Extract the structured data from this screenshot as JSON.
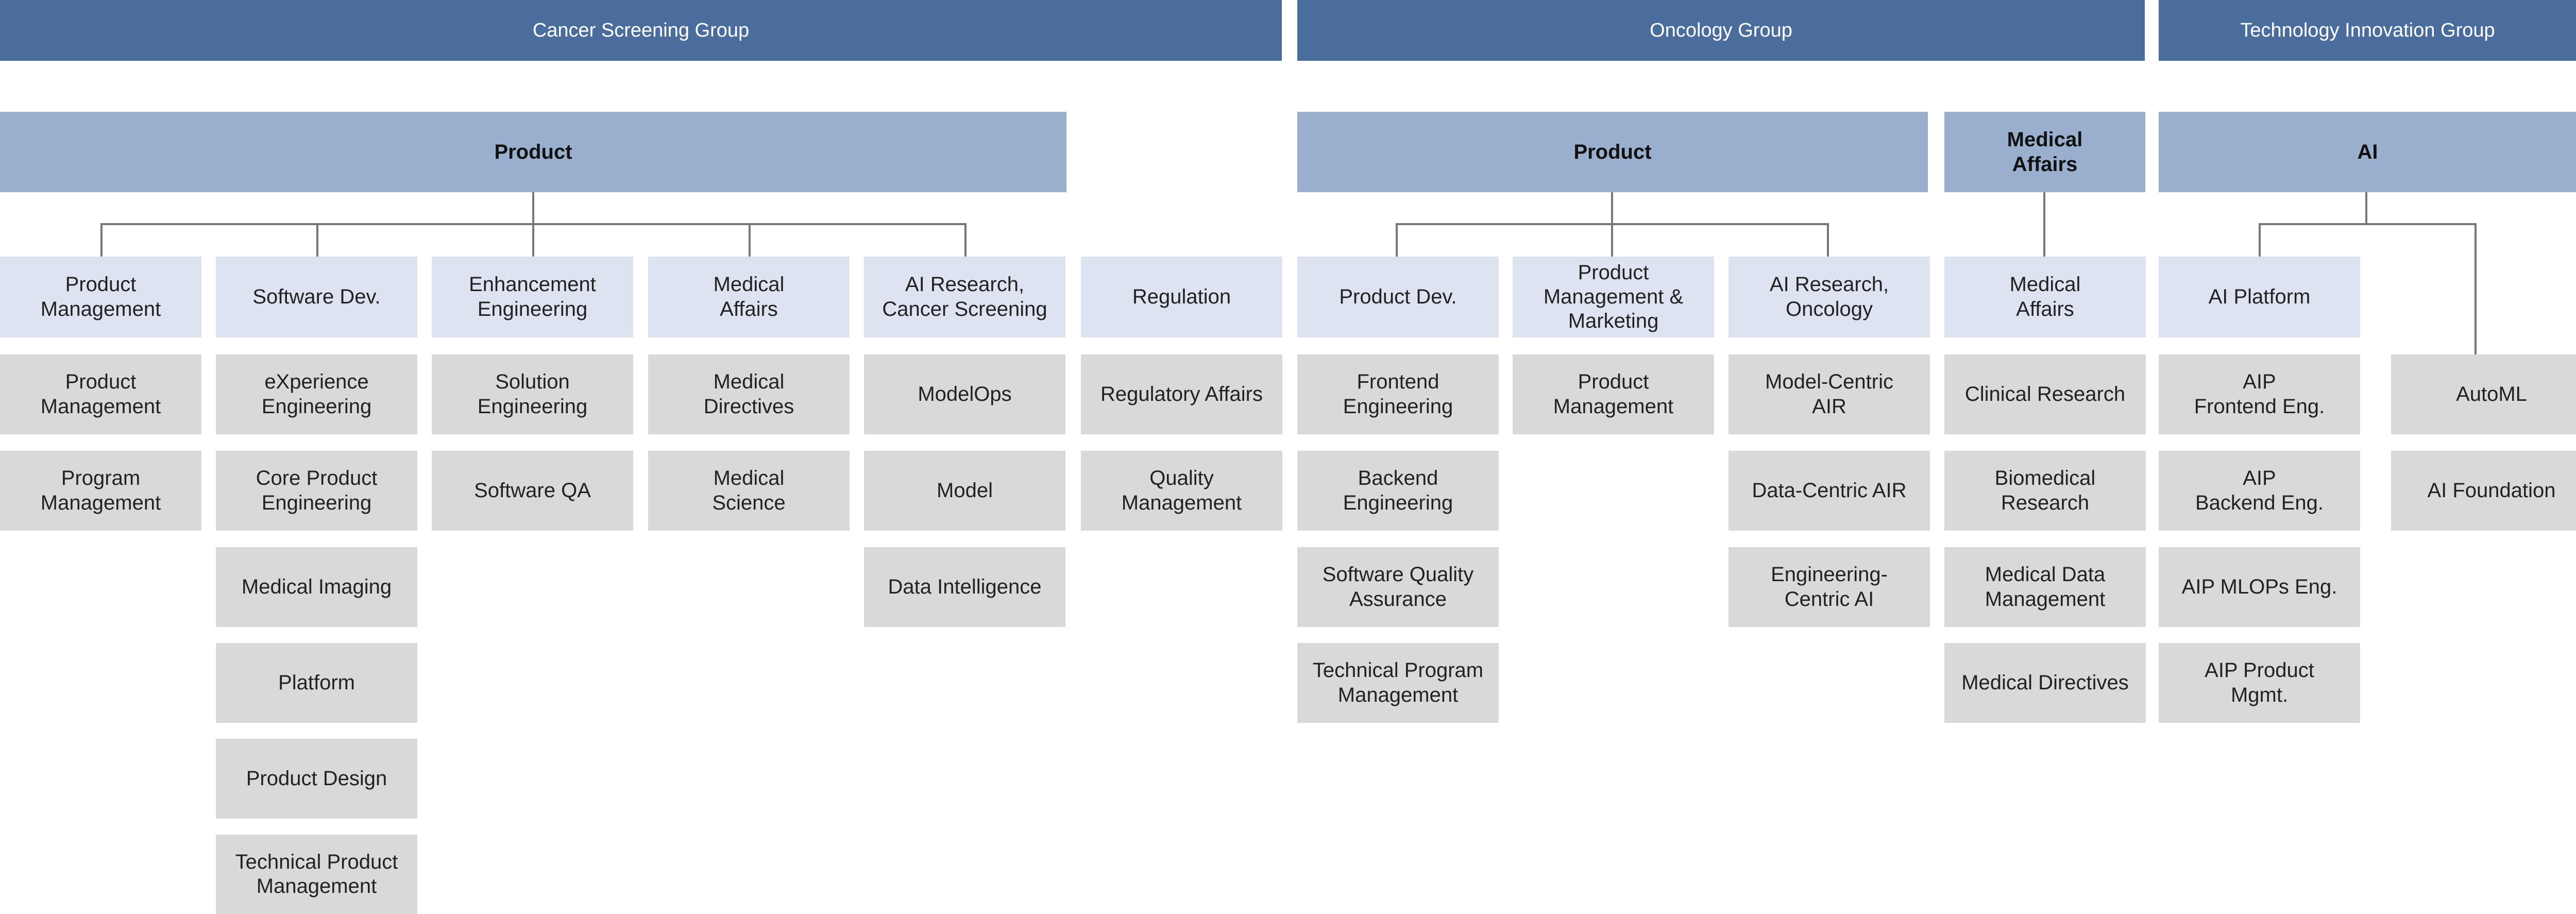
{
  "groups": [
    {
      "label": "Cancer Screening Group"
    },
    {
      "label": "Oncology Group"
    },
    {
      "label": "Technology Innovation Group"
    }
  ],
  "level1": [
    {
      "label": "Product"
    },
    {
      "label": "Product"
    },
    {
      "label": "Medical\nAffairs"
    },
    {
      "label": "AI"
    }
  ],
  "level2": [
    {
      "label": "Product\nManagement"
    },
    {
      "label": "Software Dev."
    },
    {
      "label": "Enhancement\nEngineering"
    },
    {
      "label": "Medical\nAffairs"
    },
    {
      "label": "AI Research,\nCancer Screening"
    },
    {
      "label": "Regulation"
    },
    {
      "label": "Product Dev."
    },
    {
      "label": "Product\nManagement &\nMarketing"
    },
    {
      "label": "AI Research,\nOncology"
    },
    {
      "label": "Medical\nAffairs"
    },
    {
      "label": "AI Platform"
    }
  ],
  "level3": [
    {
      "label": "Product\nManagement"
    },
    {
      "label": "Program\nManagement"
    },
    {
      "label": "eXperience\nEngineering"
    },
    {
      "label": "Core Product\nEngineering"
    },
    {
      "label": "Medical Imaging"
    },
    {
      "label": "Platform"
    },
    {
      "label": "Product Design"
    },
    {
      "label": "Technical Product\nManagement"
    },
    {
      "label": "Solution\nEngineering"
    },
    {
      "label": "Software QA"
    },
    {
      "label": "Medical\nDirectives"
    },
    {
      "label": "Medical\nScience"
    },
    {
      "label": "ModelOps"
    },
    {
      "label": "Model"
    },
    {
      "label": "Data Intelligence"
    },
    {
      "label": "Regulatory Affairs"
    },
    {
      "label": "Quality\nManagement"
    },
    {
      "label": "Frontend\nEngineering"
    },
    {
      "label": "Backend\nEngineering"
    },
    {
      "label": "Software Quality\nAssurance"
    },
    {
      "label": "Technical Program\nManagement"
    },
    {
      "label": "Product\nManagement"
    },
    {
      "label": "Model-Centric\nAIR"
    },
    {
      "label": "Data-Centric AIR"
    },
    {
      "label": "Engineering-\nCentric AI"
    },
    {
      "label": "Clinical Research"
    },
    {
      "label": "Biomedical\nResearch"
    },
    {
      "label": "Medical Data\nManagement"
    },
    {
      "label": "Medical Directives"
    },
    {
      "label": "AIP\nFrontend Eng."
    },
    {
      "label": "AIP\nBackend Eng."
    },
    {
      "label": "AIP MLOPs Eng."
    },
    {
      "label": "AIP Product\nMgmt."
    },
    {
      "label": "AutoML"
    },
    {
      "label": "AI Foundation"
    }
  ]
}
